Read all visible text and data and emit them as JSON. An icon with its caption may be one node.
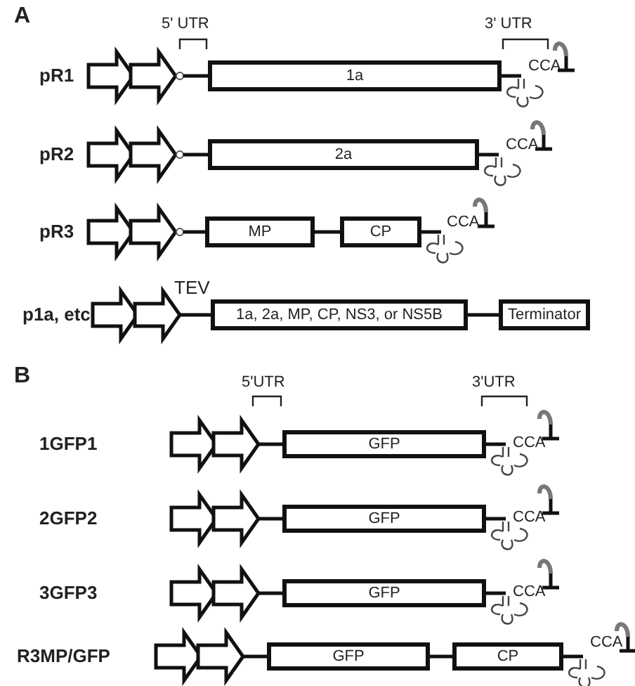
{
  "diagram": {
    "nodes": [
      {
        "text": [
          "1a"
        ]
      },
      {
        "text": [
          "2a"
        ]
      },
      {
        "text": [
          "MP"
        ]
      },
      {
        "text": [
          "CP"
        ]
      },
      {
        "text": [
          "1a, 2a, MP, CP, NS3, or NS5B"
        ]
      },
      {
        "text": [
          "Terminator"
        ]
      },
      {
        "text": [
          "GFP"
        ]
      },
      {
        "text": [
          "GFP"
        ]
      },
      {
        "text": [
          "GFP"
        ]
      },
      {
        "text": [
          "GFP"
        ]
      },
      {
        "text": [
          "CP"
        ]
      }
    ],
    "edges": [
      {
        "from": 2,
        "to": 3,
        "arrow": "none"
      },
      {
        "from": 4,
        "to": 5,
        "arrow": "none"
      },
      {
        "from": 9,
        "to": 10,
        "arrow": "none"
      }
    ],
    "labels": [
      "A",
      "5' UTR",
      "3' UTR",
      "pR1",
      "CCA",
      "pR2",
      "CCA",
      "pR3",
      "CCA",
      "TEV",
      "p1a, etc",
      "B",
      "5'UTR",
      "3'UTR",
      "1GFP1",
      "CCA",
      "2GFP2",
      "CCA",
      "3GFP3",
      "CCA",
      "R3MP/GFP",
      "CCA"
    ]
  }
}
